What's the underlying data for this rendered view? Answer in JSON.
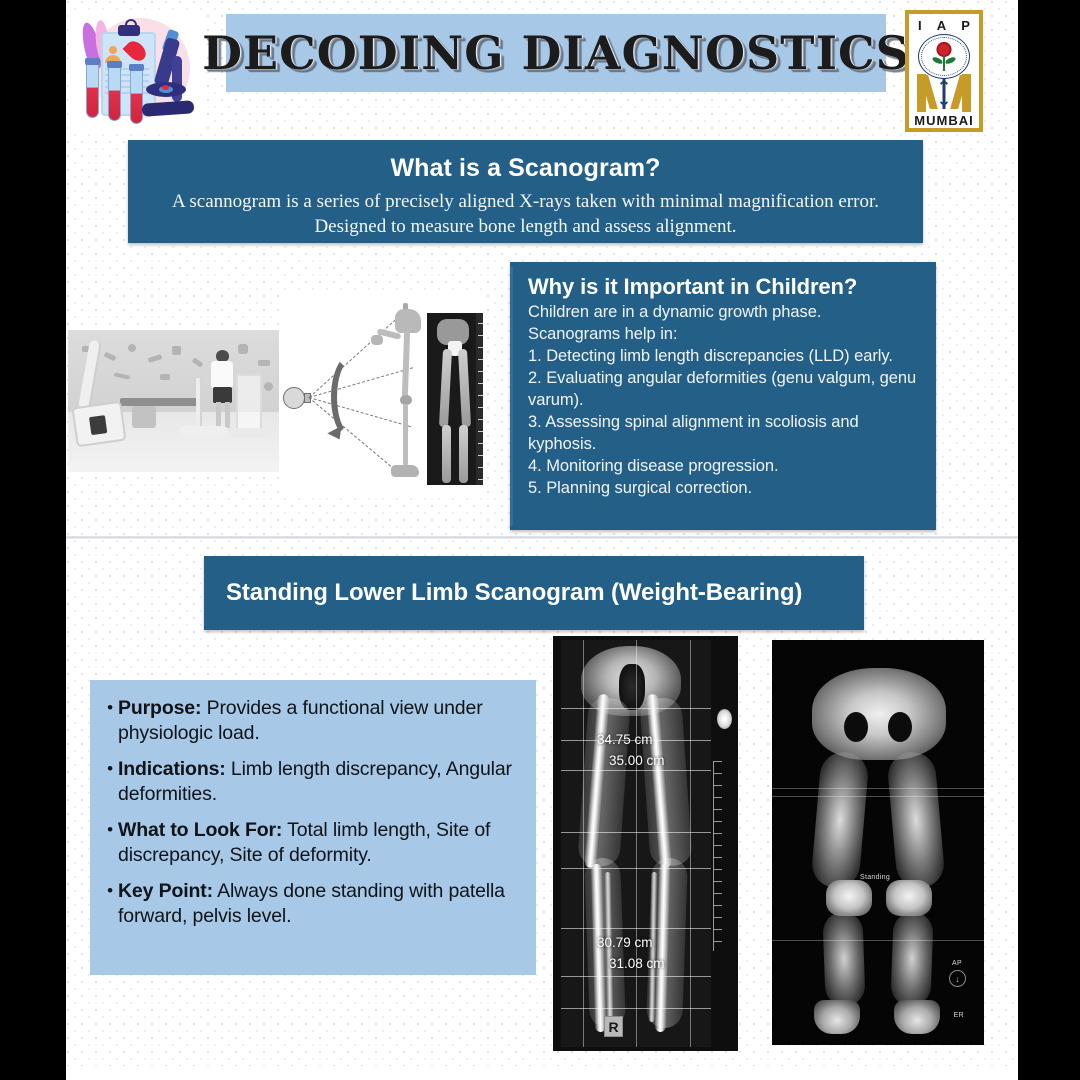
{
  "header": {
    "title": "DECODING DIAGNOSTICS",
    "clipart_name": "lab-diagnostics-illustration",
    "logo": {
      "top_text": "I A P",
      "bottom_text": "MUMBAI",
      "emblem_caption": "INDIAN ACADEMY OF PEDIATRICS"
    }
  },
  "scanogram_panel": {
    "heading": "What is a Scanogram?",
    "line1": "A scannogram is a series of precisely aligned X-rays taken with minimal magnification error.",
    "line2": "Designed to measure bone length and assess alignment."
  },
  "children_panel": {
    "heading": "Why is it Important in Children?",
    "lines": [
      "Children are in a dynamic growth phase.",
      "Scanograms help in:",
      "1. Detecting limb length discrepancies (LLD) early.",
      "2. Evaluating angular deformities (genu valgum, genu",
      "varum).",
      "3. Assessing spinal alignment in scoliosis and",
      "kyphosis.",
      "4. Monitoring disease progression.",
      "5. Planning surgical correction."
    ]
  },
  "standing_panel": {
    "heading": "Standing Lower Limb Scanogram (Weight-Bearing)"
  },
  "bullets": [
    {
      "bullet": "•",
      "label": "Purpose:",
      "text": " Provides a functional view under physiologic load."
    },
    {
      "bullet": "•",
      "label": "Indications:",
      "text": " Limb length discrepancy, Angular deformities."
    },
    {
      "bullet": "•",
      "label": "What to Look For:",
      "text": " Total limb length, Site of discrepancy, Site of deformity."
    },
    {
      "bullet": "•",
      "label": "Key Point:",
      "text": " Always done standing with patella forward, pelvis level."
    }
  ],
  "xray_left": {
    "name": "standing-lower-limb-scanogram-with-measurements",
    "measurement_femur_right": "34.75 cm",
    "measurement_femur_left": "35.00 cm",
    "measurement_tibia_right": "30.79 cm",
    "measurement_tibia_left": "31.08 cm",
    "side_marker": "R"
  },
  "xray_right": {
    "name": "standing-lower-limb-radiograph",
    "position_label": "Standing",
    "projection_label": "AP",
    "corner_label": "ER",
    "download_icon": "↓"
  },
  "middle_images": {
    "photo_room": "child-standing-in-xray-room-photo",
    "diagram": "xray-beam-geometry-diagram-with-leg-radiograph"
  },
  "colors": {
    "dark_blue": "#235f86",
    "light_blue": "#a8c8e8",
    "logo_gold": "#c79b27",
    "background": "#ffffff"
  }
}
